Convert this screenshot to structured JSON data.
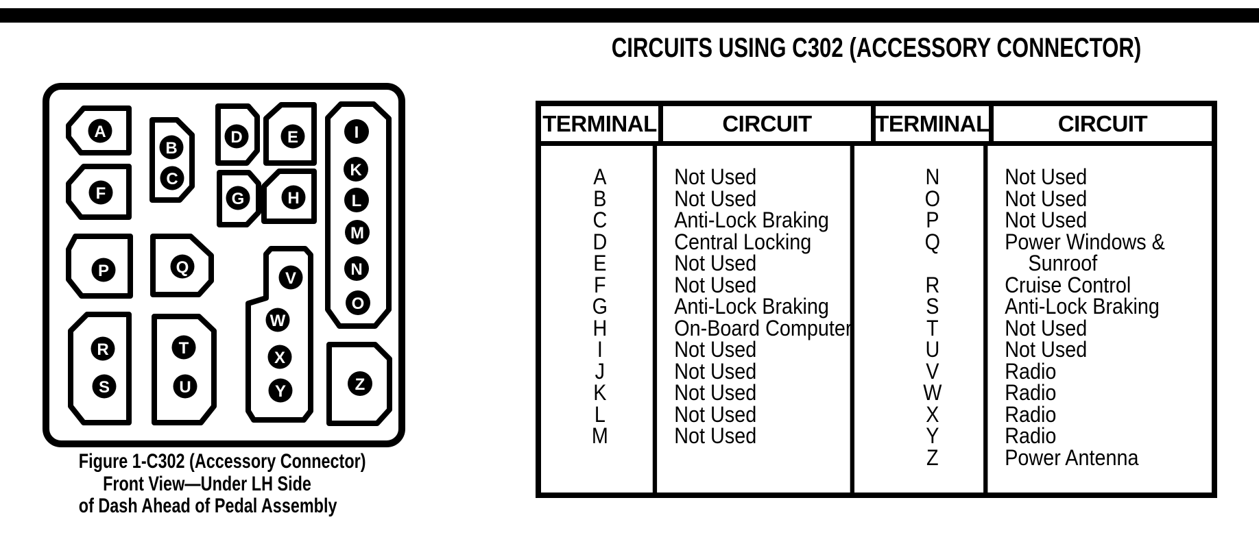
{
  "colors": {
    "ink": "#000000",
    "paper": "#ffffff"
  },
  "title": "CIRCUITS USING C302 (ACCESSORY CONNECTOR)",
  "table": {
    "headers": [
      "TERMINAL",
      "CIRCUIT",
      "TERMINAL",
      "CIRCUIT"
    ],
    "left_terminals": [
      "A",
      "B",
      "C",
      "D",
      "E",
      "F",
      "G",
      "H",
      "I",
      "J",
      "K",
      "L",
      "M"
    ],
    "left_circuits": [
      "Not Used",
      "Not Used",
      "Anti-Lock Braking",
      "Central Locking",
      "Not Used",
      "Not Used",
      "Anti-Lock Braking",
      "On-Board Computer",
      "Not Used",
      "Not Used",
      "Not Used",
      "Not Used",
      "Not Used"
    ],
    "right_terminals": [
      "N",
      "O",
      "P",
      "Q",
      "",
      "R",
      "S",
      "T",
      "U",
      "V",
      "W",
      "X",
      "Y",
      "Z"
    ],
    "right_circuits": [
      "Not Used",
      "Not Used",
      "Not Used",
      "Power Windows &",
      "Sunroof",
      "Cruise Control",
      "Anti-Lock Braking",
      "Not Used",
      "Not Used",
      "Radio",
      "Radio",
      "Radio",
      "Radio",
      "Power Antenna"
    ]
  },
  "diagram": {
    "caption_lines": [
      "Figure 1-C302 (Accessory Connector)",
      "Front View—Under LH Side",
      "of Dash Ahead of Pedal Assembly"
    ],
    "terminals": [
      "A",
      "B",
      "C",
      "D",
      "E",
      "F",
      "G",
      "H",
      "I",
      "K",
      "L",
      "M",
      "N",
      "O",
      "P",
      "Q",
      "R",
      "S",
      "T",
      "U",
      "V",
      "W",
      "X",
      "Y",
      "Z"
    ]
  }
}
